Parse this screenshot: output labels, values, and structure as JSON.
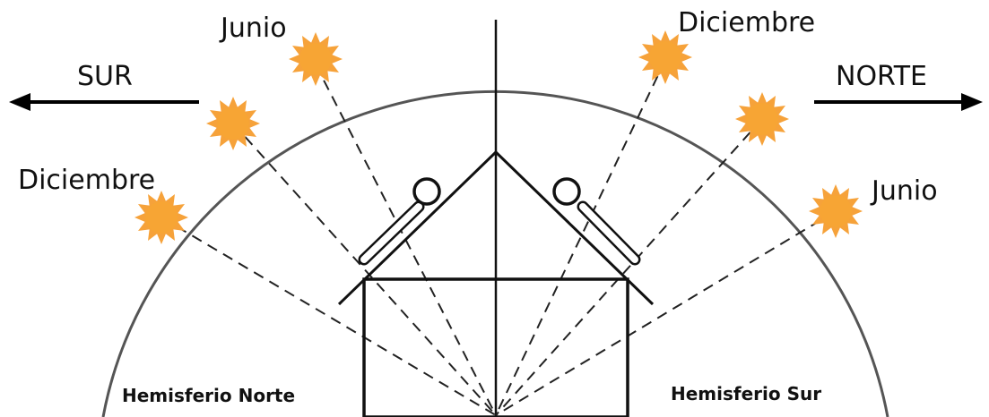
{
  "directions": {
    "south": "SUR",
    "north": "NORTE"
  },
  "months": {
    "left_top": "Junio",
    "left_bottom": "Diciembre",
    "right_top": "Diciembre",
    "right_bottom": "Junio"
  },
  "hemispheres": {
    "north": "Hemisferio Norte",
    "south": "Hemisferio Sur"
  },
  "colors": {
    "sun": "#f6a23a",
    "line": "#000000"
  }
}
